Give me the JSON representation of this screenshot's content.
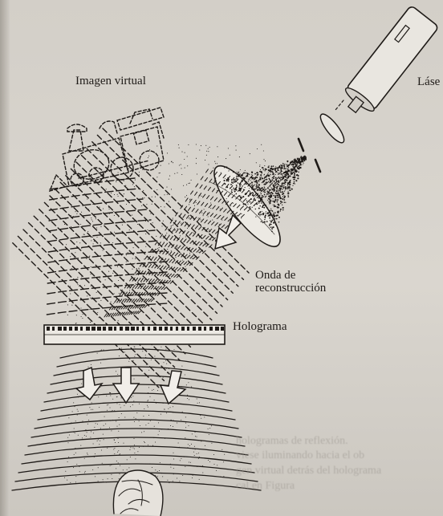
{
  "labels": {
    "virtual_image": "Imagen virtual",
    "laser": "Láse",
    "reconstruction_wave_line1": "Onda de",
    "reconstruction_wave_line2": "reconstrucción",
    "hologram": "Holograma"
  },
  "bleed_through_text": {
    "line1": "hologramas de reflexión.",
    "line2": "viese iluminando hacia el ob",
    "line3": "gen virtual detrás del holograma",
    "line4": "cal en Figura"
  },
  "colors": {
    "paper": "#d8d4cd",
    "ink": "#1f1b18",
    "shadow": "#a6a198"
  }
}
